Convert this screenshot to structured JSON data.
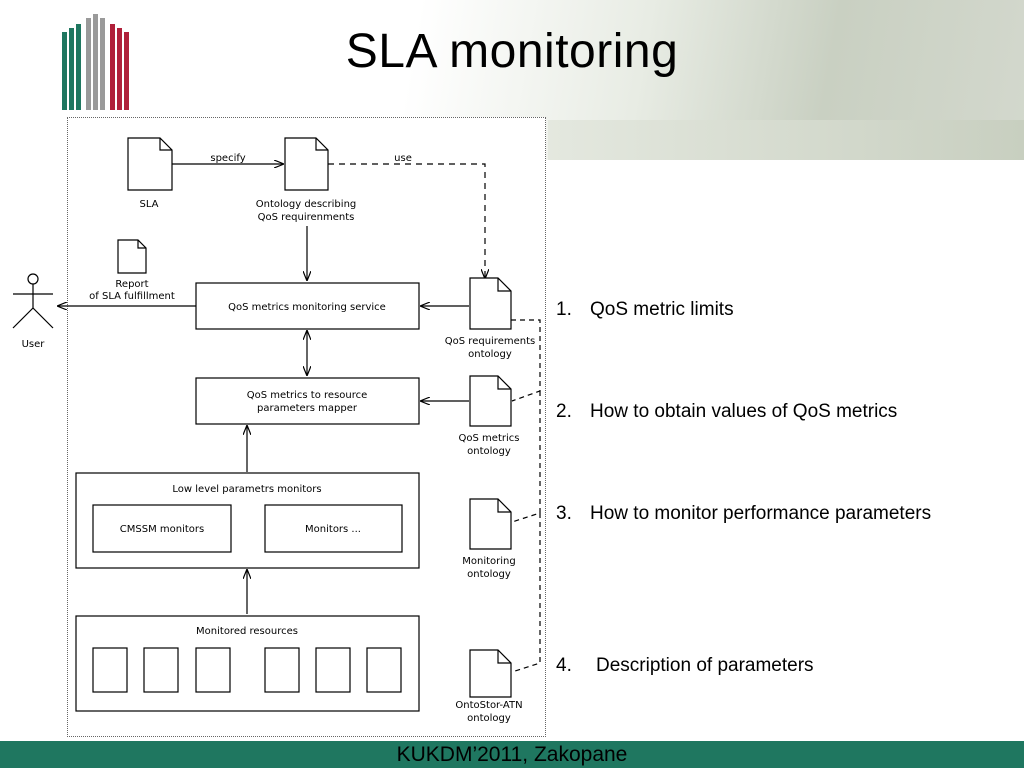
{
  "slide": {
    "title": "SLA monitoring",
    "footer": "KUKDM’2011, Zakopane"
  },
  "colors": {
    "footer_band": "#1f7760",
    "logo_green": "#1f7760",
    "logo_red": "#b0203a"
  },
  "diagram": {
    "documents": {
      "sla": "SLA",
      "ontology_line1": "Ontology describing",
      "ontology_line2": "QoS requirenments",
      "report_line1": "Report",
      "report_line2": "of SLA fulfillment",
      "qos_req_line1": "QoS requirements",
      "qos_req_line2": "ontology",
      "qos_metrics_line1": "QoS metrics",
      "qos_metrics_line2": "ontology",
      "monitoring_line1": "Monitoring",
      "monitoring_line2": "ontology",
      "ontostor_line1": "OntoStor-ATN",
      "ontostor_line2": "ontology"
    },
    "edges": {
      "specify": "specify",
      "use": "use"
    },
    "actor": "User",
    "boxes": {
      "monitoring_service": "QoS metrics monitoring service",
      "mapper_line1": "QoS metrics to resource",
      "mapper_line2": "parameters mapper",
      "low_level": "Low level parametrs monitors",
      "cmssm": "CMSSM monitors",
      "monitors_other": "Monitors ...",
      "resources": "Monitored resources"
    }
  },
  "list": {
    "items": [
      {
        "num": "1.",
        "text": "QoS metric limits"
      },
      {
        "num": "2.",
        "text": "How to obtain values of QoS metrics"
      },
      {
        "num": "3.",
        "text": "How to monitor performance parameters"
      },
      {
        "num": "4.",
        "text": "Description of parameters"
      }
    ]
  }
}
